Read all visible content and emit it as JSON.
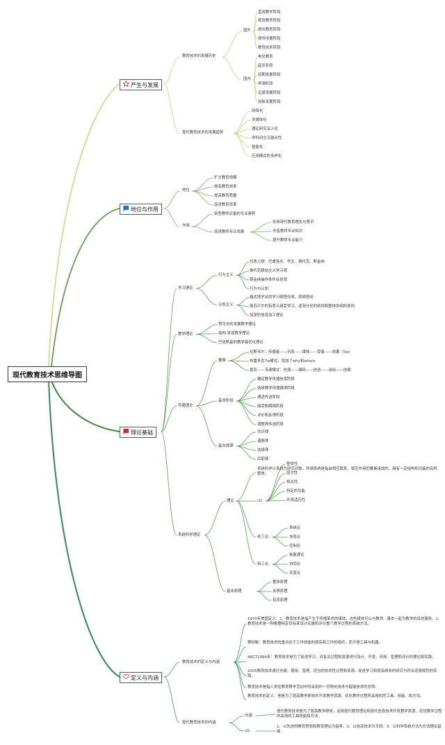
{
  "root": "现代教育技术思维导图",
  "branches": {
    "b1": {
      "label": "产生与发展",
      "icon": "star-icon",
      "color": "#c8d97a"
    },
    "b2": {
      "label": "地位与作用",
      "icon": "blue-flag-icon",
      "color": "#4e9a45"
    },
    "b3": {
      "label": "理论基础",
      "icon": "red-flag-icon",
      "color": "#3a8a3a"
    },
    "b4": {
      "label": "定义与内涵",
      "icon": "heart-icon",
      "color": "#2e8b57"
    }
  },
  "b1": {
    "history": "教育技术的发展历史",
    "abroad": "国外",
    "abroad_items": [
      "直观教学阶段",
      "视觉教育阶段",
      "视听教育阶段",
      "视听传播阶段",
      "教育技术阶段"
    ],
    "domestic": "国内",
    "domestic_items": [
      "电化教育",
      "起步阶段",
      "初期发展阶段",
      "停滞阶段",
      "迅速发展阶段",
      "创新发展阶段"
    ],
    "trend": "现代教育技术的发展趋势",
    "trend_items": [
      "网络化",
      "多媒体化",
      "理论研究深入化",
      "学科间交叉融合性",
      "智能化",
      "应用模式的多样化"
    ]
  },
  "b2": {
    "status": "地位",
    "status_items": [
      "扩大教育规模",
      "提高教育效率",
      "提高教育质量",
      "促进教育改革"
    ],
    "role": "作用",
    "role_item1": "新型教师必备的专业素养",
    "role_item2": "促进教师专业发展",
    "role_sub": [
      "形成现代教育理念与意识",
      "丰富教师专业知识",
      "提升教师专业能力"
    ]
  },
  "b3": {
    "learning": "学习理论",
    "behavior": "行为主义",
    "behavior_items": [
      "代表人物：巴甫洛夫、华生、桑代克、斯金纳",
      "桑代克联结主义学习观",
      "斯金纳操作条件反射观",
      "行为与认知"
    ],
    "cognitive": "认知主义",
    "cognitive_items": [
      "格式塔学派的学习顿悟形成，即顿悟说",
      "奥苏贝尔的有意义接受学习，逐渐分化的原则和整体协调的原则",
      "加涅的信息加工理论"
    ],
    "teaching": "教学理论",
    "teaching_items": [
      "赞可夫的发展教学理论",
      "结构-发现教学理论",
      "巴班斯基的教学最优化理论"
    ],
    "comm": "传播理论",
    "elements": "要素",
    "elements_items": [
      "拉斯韦尔：传播者——讯息——媒体——受者——效果（5w）",
      "布雷多克7w模式，增加了why和where",
      "香农——韦弗模式：信源——编码——信道——译码——信宿"
    ],
    "stages": "基本阶段",
    "stages_items": [
      "确定教学传播信息阶段",
      "选择教学传播媒体阶段",
      "通道传送阶段",
      "接受和解释阶段",
      "评价和反馈阶段",
      "调整再传送阶段"
    ],
    "laws": "基本规律",
    "laws_items": [
      "共识律",
      "谐振律",
      "选择律",
      "匹配律"
    ],
    "systems": "系统科学理论",
    "theory": "理论",
    "theory_desc": "系统科学以系统为研究对象。所谓系统是指由相互联系、相互作用的要素组成的、具有一定结构和功能的有机整体。",
    "cg": "cG",
    "cg_items": [
      "整体性",
      "层次性",
      "相关性",
      "特定的功能",
      "环境适应性"
    ],
    "old3": "老三论",
    "old3_items": [
      "系统论",
      "信息论",
      "控制论"
    ],
    "new3": "新三论",
    "new3_items": [
      "耗散理论",
      "协同论",
      "突变论"
    ],
    "principles": "基本原理",
    "principles_items": [
      "整体原理",
      "反馈原理",
      "有序原理"
    ]
  },
  "b4": {
    "def": "教育技术的定义与内涵",
    "def_items": [
      "1970年美国定义：1、教育技术是指产生于传播革命的媒体，这些媒体可以与教师、课本一起为教学的目的服务。2、教育技术是一种根据特定目标来设计实施和评价整个教学过程的系统方法。",
      "赛特勒：教育技术的重点在于工作技能的提高和工作的组织，而不是工具与机器。",
      "AECT1994年：教育技术是为了促进学习，对有关过程和资源进行设计、开发、利用、管理和评价的理论和实践。",
      "2005教育技术通过创建、使用、管理、适当的技术性过程和资源，促进学习和提高绩效的研究与符合道德规范的实践。",
      "教育技术是指人类在教育教学活动中所采用的一切物化技术与智能技术的总称。",
      "教育技术的定义：他是为了提高教学绩效并开发教学资源、优化教学过程所采用的的工具、技能、和方法。"
    ],
    "modern": "现代教育技术的内涵",
    "content": "内涵",
    "content_text": "现代教育技术是为了提高教学绩效，运用现代教育理论和现代信息技术开发教学资源，优化教学过程所采用的工具技能和方法。",
    "cg": "cG",
    "cg_text": "1、以先进的教育思想和教育理论为指导。2、以信息技术为手段。3、以科学系统方法为方法理论基础"
  }
}
